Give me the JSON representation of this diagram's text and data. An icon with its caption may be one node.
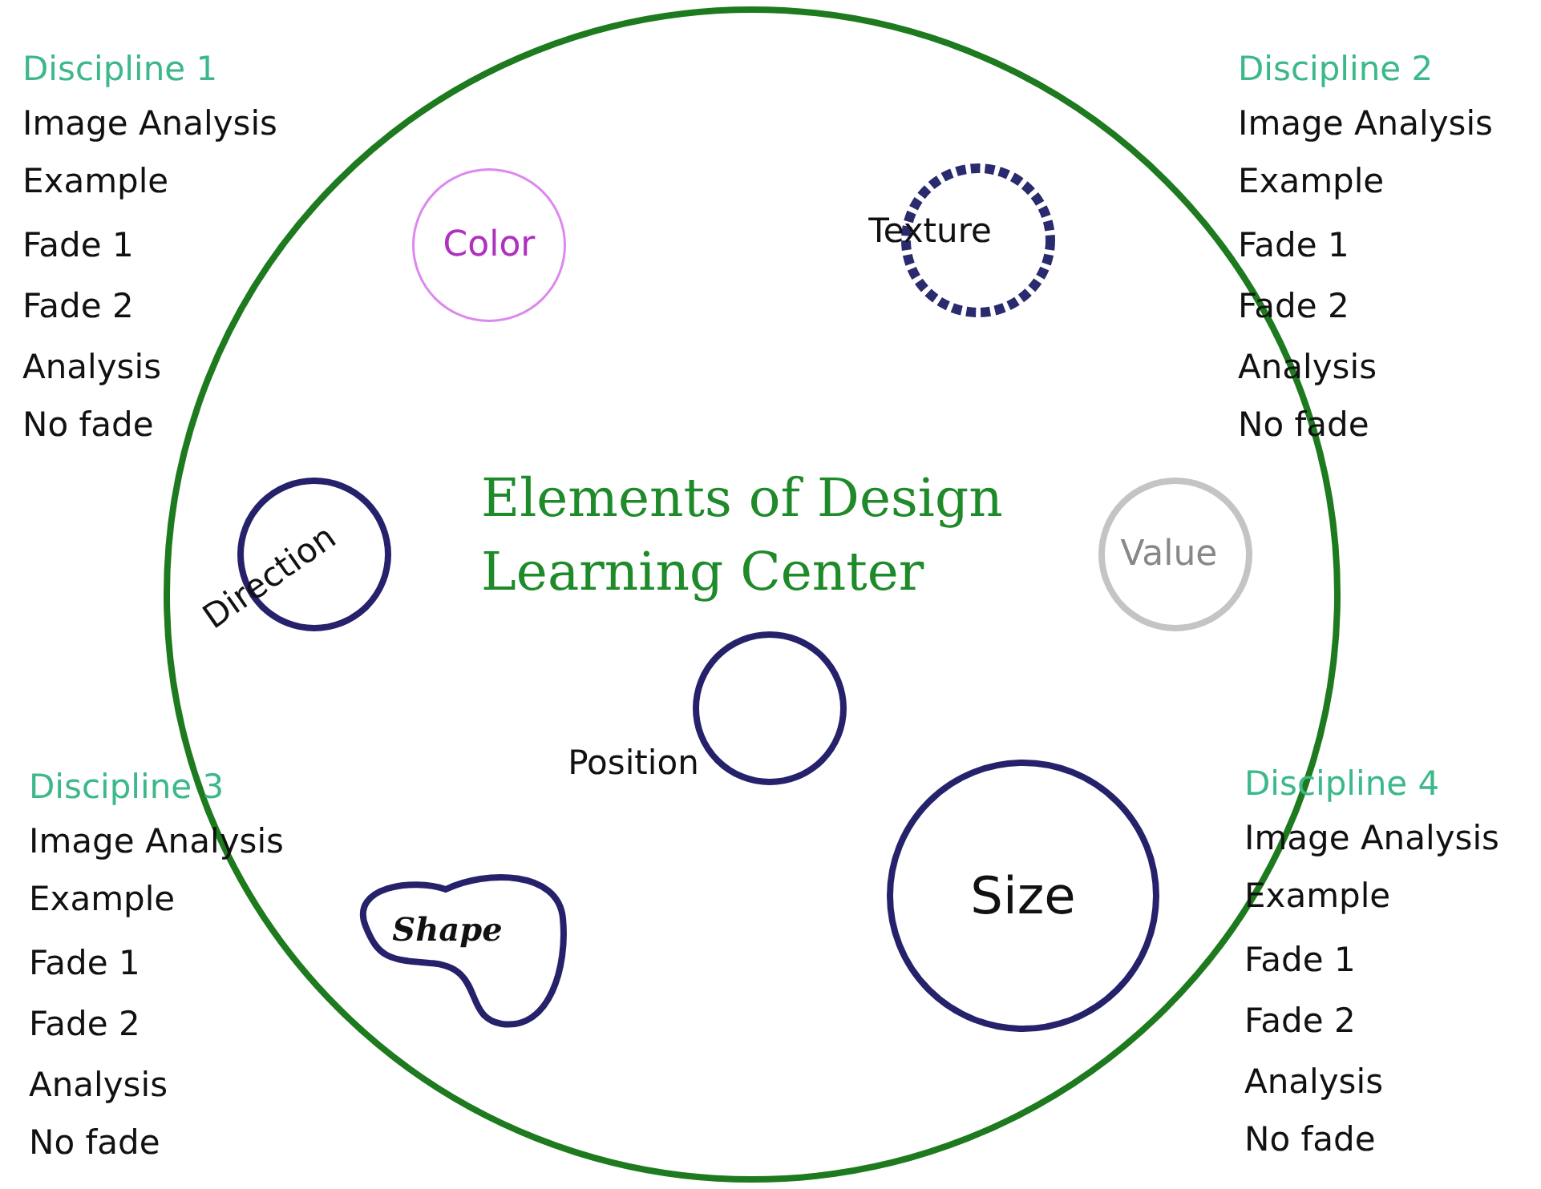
{
  "diagram": {
    "nodes": [
      {
        "text": [
          "Elements of Design Learning Center"
        ]
      },
      {
        "text": [
          "Color"
        ],
        "in": 0
      },
      {
        "text": [
          "Texture"
        ],
        "in": 0
      },
      {
        "text": [
          "Direction"
        ],
        "in": 0
      },
      {
        "text": [
          "Value"
        ],
        "in": 0
      },
      {
        "text": [
          "Position"
        ],
        "in": 0
      },
      {
        "text": [
          "Shape"
        ],
        "in": 0
      },
      {
        "text": [
          "Size"
        ],
        "in": 0
      }
    ],
    "labels": [
      "Discipline 1",
      "Image Analysis",
      "Example",
      "Fade 1",
      "Fade 2",
      "Analysis",
      "No fade",
      "Discipline 2",
      "Image Analysis",
      "Example",
      "Fade 1",
      "Fade 2",
      "Analysis",
      "No fade",
      "Discipline 3",
      "Image Analysis",
      "Example",
      "Fade 1",
      "Fade 2",
      "Analysis",
      "No fade",
      "Discipline 4",
      "Image Analysis",
      "Example",
      "Fade 1",
      "Fade 2",
      "Analysis",
      "No fade"
    ]
  }
}
